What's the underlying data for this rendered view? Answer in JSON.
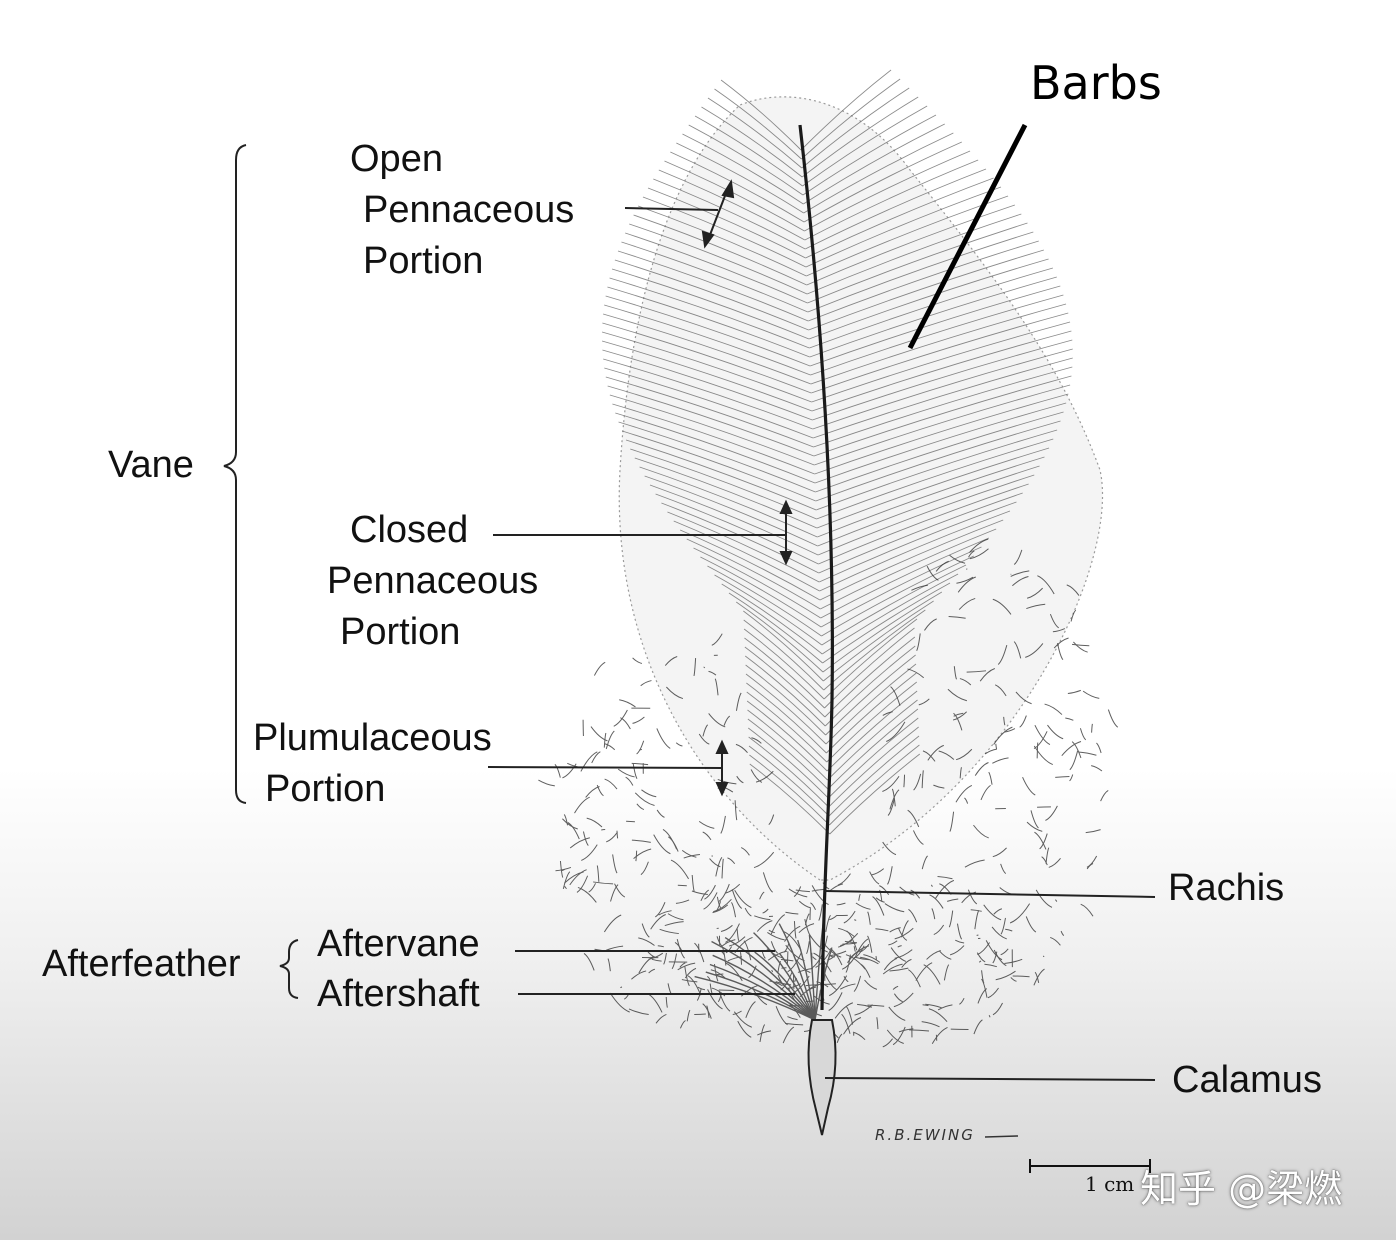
{
  "labels": {
    "barbs": "Barbs",
    "open_pennaceous": [
      "Open",
      "Pennaceous",
      "Portion"
    ],
    "vane": "Vane",
    "closed_pennaceous": [
      "Closed",
      "Pennaceous",
      "Portion"
    ],
    "plumulaceous": [
      "Plumulaceous",
      "Portion"
    ],
    "afterfeather": "Afterfeather",
    "aftervane": "Aftervane",
    "aftershaft": "Aftershaft",
    "rachis": "Rachis",
    "calamus": "Calamus"
  },
  "signature": "R.B.EWING",
  "scale_bar": {
    "label": "1 cm"
  },
  "watermark": "知乎 @梁燃"
}
